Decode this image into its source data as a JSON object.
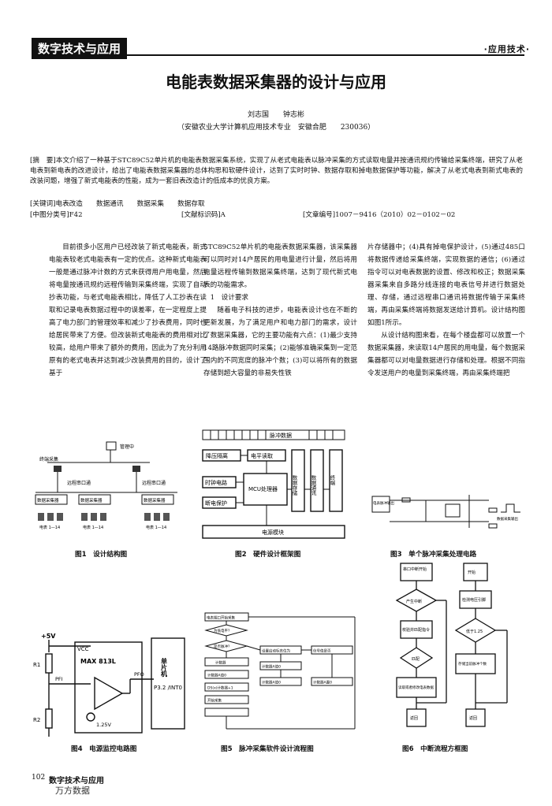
{
  "header": {
    "section_tag": "数字技术与应用",
    "column_tag": "·应用技术·"
  },
  "title": "电能表数据采集器的设计与应用",
  "authors": "刘志国　　钟志彬",
  "affiliation": "（安徽农业大学计算机应用技术专业　安徽合肥　　230036）",
  "abstract": "[摘　要]本文介绍了一种基于STC89C52单片机的电能表数据采集系统，实现了从老式电能表以脉冲采集的方式读取电量并按通讯规约传输给采集终端，研究了从老电表到新电表的改进设计，给出了电能表数据采集器的总体构思和软硬件设计，达到了实时时钟、数据存取和掉电数据保护等功能，解决了从老式电表到新式电表的改装问题，增强了新式电能表的性能，成为一套旧表改造计的低成本的优良方案。",
  "keywords": "[关键词]电表改造　　数据通讯　　数据采集　　数据存取",
  "clc": "[中图分类号]F42",
  "doc_code": "[文献标识码]A",
  "article_id": "[文章编号]1007－9416（2010）02－0102－02",
  "body": {
    "col1": "目前很多小区用户已经改装了新式电能表，新式电能表较老式电能表有一定的优点。这种新式电能表一般是通过脉冲计数的方式来获得用户用电量，然后将电量按通讯规约远程传输到采集终端，实现了自动抄表功能，与老式电能表相比，降低了人工抄表在读取和记录电表数据过程中的误差率，在一定程度上提高了电力部门的管理效率和减少了抄表费用，同时也给居民带来了方便。但改装新式电能表的费用相对比较高，给用户带来了额外的费用，因此为了充分利用原有的老式电表并达到减少改装费用的目的，设计了基于",
    "col2a": "STC89C52单片机的电能表数据采集器，该采集器可以同时对14户居民的用电量进行计量，然后将用电量远程传输到数据采集终端，达到了现代新式电表的功能需求。",
    "col2h": "1　设计要求",
    "col2b": "随着电子科技的进步，电能表设计也在不断的更新发展，为了满足用户和电力部门的需求，设计了数据采集器，它的主要功能有六点：(1)最少支持14路脉冲数据同时采集；(2)能够准确采集到一定范围内的不同宽度的脉冲个数；(3)可以将所有的数据存储到超大容量的非易失性铁",
    "col3a": "片存储器中；(4)具有掉电保护设计，(5)通过485口将数据传递给采集终端，实现数据的通信；(6)通过指令可以对电表数据的设置、修改和校正；数据采集器采集来自多路分线连接的电表信号并进行数据处理、存储，通过远程串口通讯将数据传输于采集终端，再由采集终端将数据发送给计算机。设计结构图如图1所示。",
    "col3b": "从设计结构图来看，在每个楼盘都可以放置一个数据采集器，来读取14户居民的用电量，每个数据采集器都可以对电量数据进行存储和处理。根据不同指令发送用户的电量到采集终端，再由采集终端把"
  },
  "figures": {
    "fig1": {
      "caption": "图1　设计结构图",
      "top_label": "管理中",
      "l_label": "终端采集",
      "m_label": "远程串口通",
      "r_label": "远程串口通",
      "box": "数据采集器",
      "meter": "电表 1—14"
    },
    "fig2": {
      "caption": "图2　硬件设计框架图",
      "bus": "脉冲数据",
      "b1": "降压隔离",
      "b2": "电平读取",
      "b3": "时钟电路",
      "b4": "MCU处理器",
      "b5": "断电保护",
      "b6": "数据存储",
      "b7": "数据通讯",
      "b8": "终端",
      "b9": "电源模块"
    },
    "fig3": {
      "caption": "图3　单个脉冲采集处理电路",
      "left": "电表脉冲输出",
      "right": "数据采集输出"
    },
    "fig4": {
      "caption": "图4　电源监控电路图",
      "vcc": "+5V",
      "vcc2": "VCC",
      "chip": "MAX 813L",
      "r1": "R1",
      "r2": "R2",
      "pfi": "PFI",
      "pfo": "PFO",
      "ref": "1.25V",
      "mcu": "单片机",
      "port": "P3.2 /INT0"
    },
    "fig5": {
      "caption": "图5　脉冲采集软件设计流程图",
      "nodes": [
        "电表端口开始采集",
        "为低电平？",
        "是否脉冲？",
        "计数器",
        "计数器A值0",
        "DS(x)计数器+1",
        "开始采集",
        "设置启动标志位为",
        "计数器A值0",
        "计数器A值0",
        "计数器A置0",
        "信号值是否"
      ]
    },
    "fig6": {
      "caption": "图6　中断流程方框图",
      "l": [
        "串口中断开始",
        "产生中断",
        "校验并匹配指令",
        "匹配",
        "读取或者修改电表数据",
        "返回"
      ],
      "r": [
        "开始",
        "检测电压引脚",
        "低于1.25",
        "存储当前脉冲个数",
        "返回"
      ]
    }
  },
  "footer": {
    "page": "102",
    "journal": "数字技术与应用",
    "watermark": "万方数据"
  }
}
